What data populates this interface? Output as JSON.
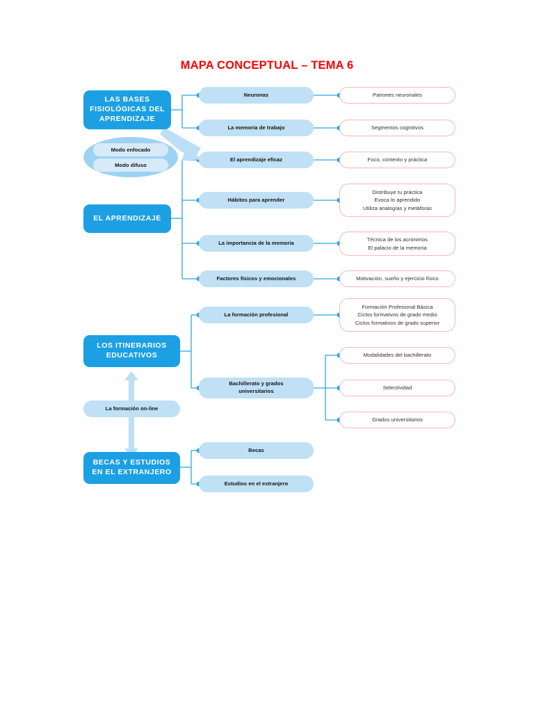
{
  "document": {
    "title": "MAPA CONCEPTUAL – TEMA 6",
    "title_color": "#FF0000",
    "background_color": "#FFFFFF"
  },
  "palette": {
    "primary_blue": "#1CA0E3",
    "secondary_light_blue": "#BFE0F5",
    "ellipse_blue": "#9ED2F2",
    "pill_blue": "#D6EAF8",
    "leaf_border_pink": "#F0B9BC",
    "connector_blue": "#29A8E0",
    "arrow_pale_blue": "#BDDFF5"
  },
  "branches": [
    {
      "id": "bases",
      "root": {
        "label": "LAS BASES FISIOLÓGICAS DEL APRENDIZAJE",
        "lines": [
          "LAS BASES",
          "FISIOLÓGICAS DEL",
          "APRENDIZAJE"
        ]
      },
      "children": [
        {
          "label": "Neuronas",
          "lines": [
            "Neuronas"
          ],
          "leaves": [
            {
              "lines": [
                "Patrones neuronales"
              ]
            }
          ]
        },
        {
          "label": "La memoria de trabajo",
          "lines": [
            "La memoria de trabajo"
          ],
          "leaves": [
            {
              "lines": [
                "Segmentos cognitivos"
              ]
            }
          ]
        }
      ]
    },
    {
      "id": "aprendizaje",
      "root": {
        "label": "EL APRENDIZAJE",
        "lines": [
          "EL APRENDIZAJE"
        ]
      },
      "children": [
        {
          "label": "El aprendizaje eficaz",
          "lines": [
            "El aprendizaje eficaz"
          ],
          "leaves": [
            {
              "lines": [
                "Foco, contexto y práctica"
              ]
            }
          ]
        },
        {
          "label": "Hábitos para aprender",
          "lines": [
            "Hábitos para aprender"
          ],
          "leaves": [
            {
              "lines": [
                "Distribuye tu práctica",
                "Evoca lo aprendido",
                "Utiliza analogías y metáforas"
              ]
            }
          ]
        },
        {
          "label": "La importancia de la memoria",
          "lines": [
            "La importancia de la memoria"
          ],
          "leaves": [
            {
              "lines": [
                "Técnica de los acrónimos",
                "El palacio de la memoria"
              ]
            }
          ]
        },
        {
          "label": "Factores físicos y emocionales",
          "lines": [
            "Factores físicos y emocionales"
          ],
          "leaves": [
            {
              "lines": [
                "Motivación, sueño y ejercicio físico"
              ]
            }
          ]
        }
      ]
    },
    {
      "id": "itinerarios",
      "root": {
        "label": "LOS ITINERARIOS EDUCATIVOS",
        "lines": [
          "LOS ITINERARIOS",
          "EDUCATIVOS"
        ]
      },
      "children": [
        {
          "label": "La formación profesional",
          "lines": [
            "La formación profesional"
          ],
          "leaves": [
            {
              "lines": [
                "Formación Profesional Básica",
                "Ciclos formativos de grado medio",
                "Ciclos formativos de grado superior"
              ]
            }
          ]
        },
        {
          "label": "Bachillerato y grados universitarios",
          "lines": [
            "Bachillerato y grados",
            "universitarios"
          ],
          "leaves": [
            {
              "lines": [
                "Modalidades del bachillerato"
              ]
            },
            {
              "lines": [
                "Selectividad"
              ]
            },
            {
              "lines": [
                "Grados universitarios"
              ]
            }
          ]
        }
      ]
    },
    {
      "id": "becas",
      "root": {
        "label": "BECAS Y ESTUDIOS EN EL EXTRANJERO",
        "lines": [
          "BECAS Y ESTUDIOS",
          "EN EL EXTRANJERO"
        ]
      },
      "children": [
        {
          "label": "Becas",
          "lines": [
            "Becas"
          ],
          "leaves": []
        },
        {
          "label": "Estudios en el extranjero",
          "lines": [
            "Estudios en el extranjero"
          ],
          "leaves": []
        }
      ]
    }
  ],
  "modes": {
    "focused": "Modo enfocado",
    "diffuse": "Modo difuso"
  },
  "online": {
    "label": "La formación on-line"
  }
}
